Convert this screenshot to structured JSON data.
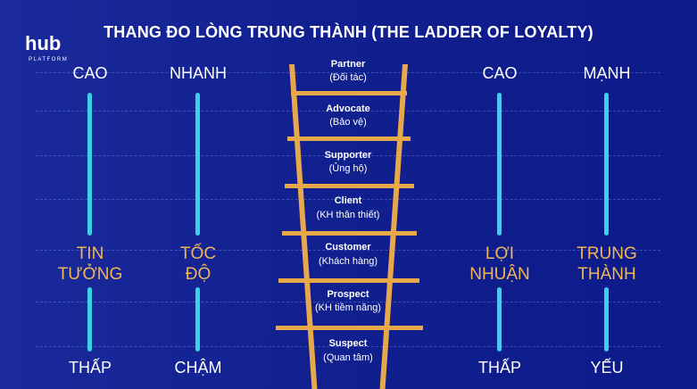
{
  "title": "THANG ĐO LÒNG TRUNG THÀNH (THE LADDER OF LOYALTY)",
  "logo": {
    "name": "hub",
    "sub": "PLATFORM"
  },
  "colors": {
    "background": "#11208f",
    "accent_gold": "#e7a84a",
    "accent_cyan": "#3bd0e6",
    "text": "#ffffff"
  },
  "left_axes": [
    {
      "top": "CAO",
      "middle_line1": "TIN",
      "middle_line2": "TƯỞNG",
      "bottom": "THẤP"
    },
    {
      "top": "NHANH",
      "middle_line1": "TỐC",
      "middle_line2": "ĐỘ",
      "bottom": "CHẬM"
    }
  ],
  "right_axes": [
    {
      "top": "CAO",
      "middle_line1": "LỢI",
      "middle_line2": "NHUẬN",
      "bottom": "THẤP"
    },
    {
      "top": "MẠNH",
      "middle_line1": "TRUNG",
      "middle_line2": "THÀNH",
      "bottom": "YẾU"
    }
  ],
  "ladder": [
    {
      "label": "Partner",
      "sub": "(Đối tác)"
    },
    {
      "label": "Advocate",
      "sub": "(Bảo vệ)"
    },
    {
      "label": "Supporter",
      "sub": "(Ủng hộ)"
    },
    {
      "label": "Client",
      "sub": "(KH thân thiết)"
    },
    {
      "label": "Customer",
      "sub": "(Khách hàng)"
    },
    {
      "label": "Prospect",
      "sub": "(KH tiềm năng)"
    },
    {
      "label": "Suspect",
      "sub": "(Quan tâm)"
    }
  ]
}
